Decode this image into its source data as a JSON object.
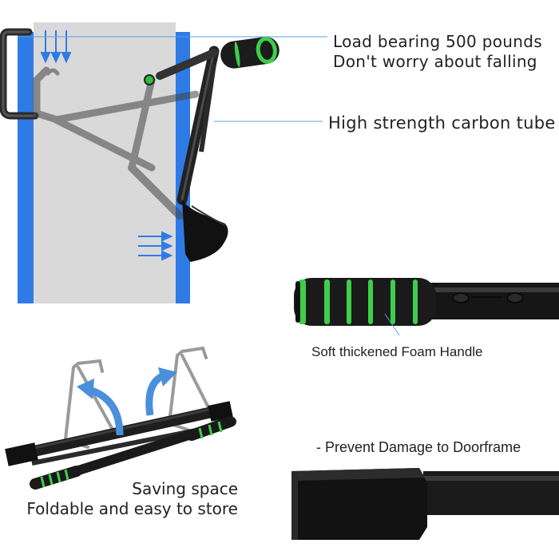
{
  "labels": {
    "load_line1": "Load bearing 500 pounds",
    "load_line2": "Don't worry about falling",
    "carbon_tube": "High strength carbon tube",
    "foam_handle": "Soft thickened Foam Handle",
    "doorframe": "- Prevent Damage to Doorframe",
    "saving_line1": "Saving space",
    "saving_line2": "Foldable and easy to store"
  },
  "colors": {
    "door_frame_blue": "#2f7be6",
    "door_gray": "#d9d9d9",
    "foam_green": "#3ecf4a",
    "bar_black": "#1b1b1b",
    "arrow_blue": "#4a8fdc",
    "leader_line": "#5aa0e0"
  },
  "icons": [
    "down-arrows-icon",
    "right-arrows-icon",
    "fold-arrow-icon"
  ]
}
